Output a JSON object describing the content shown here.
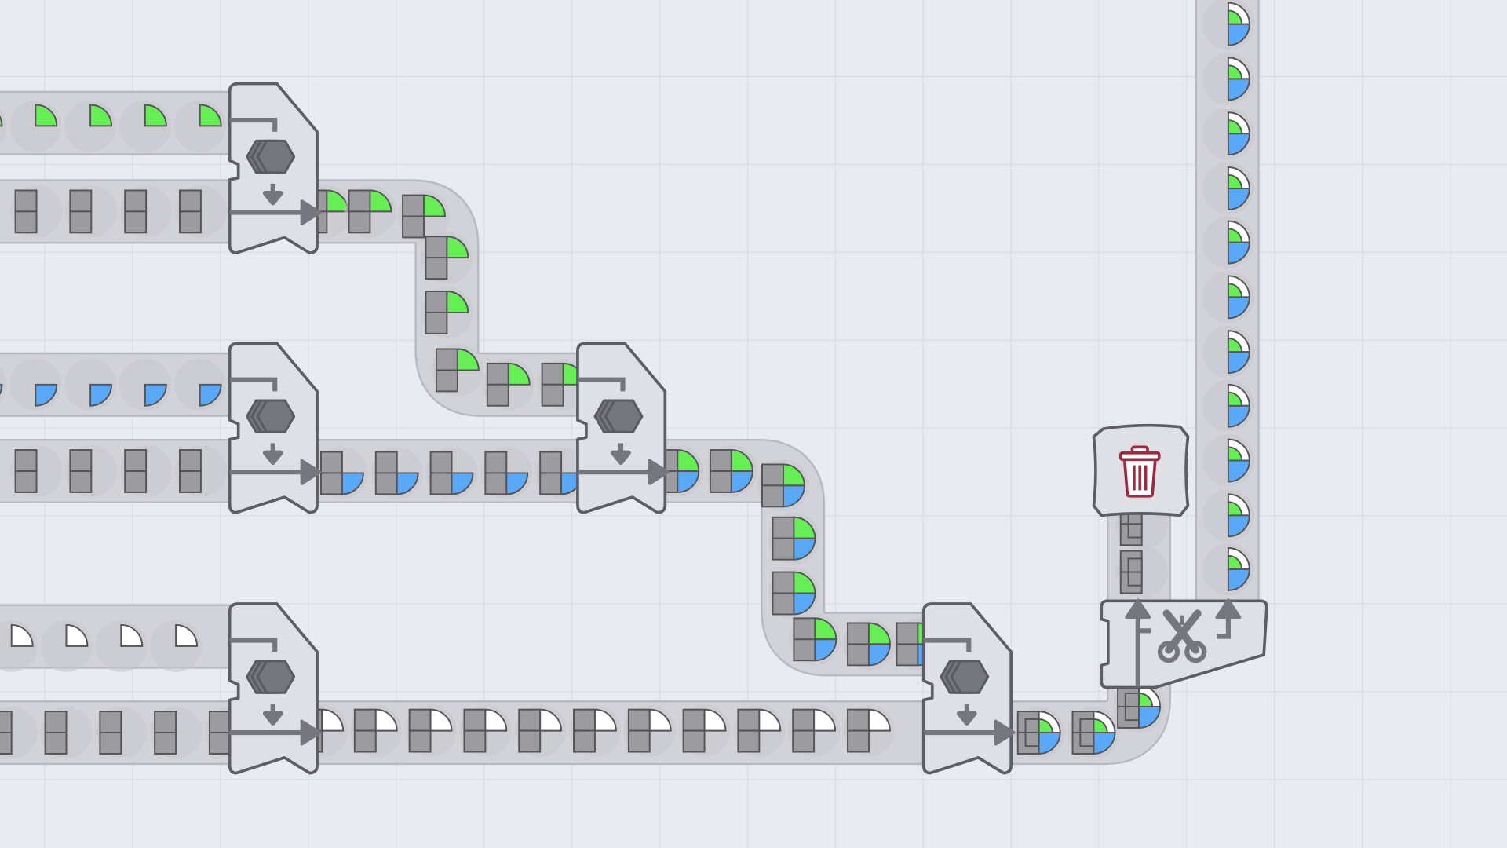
{
  "colors": {
    "background": "#e9eaf2",
    "grid": "#dfe0e8",
    "belt": "#d2d3d9",
    "belt_border": "#b9bac1",
    "belt_slot": "#c6c7cd",
    "building_fill": "#dfe0e6",
    "building_stroke": "#5d5d66",
    "icon": "#76767f",
    "shape_gray": "#9c9ca0",
    "shape_stroke": "#555559",
    "green": "#66ee55",
    "blue": "#5aa8f8",
    "white": "#ffffff",
    "trash_icon": "#9b2b40"
  },
  "item_types": {
    "green_quarter": [
      [
        "TR",
        "circle",
        "green",
        1
      ]
    ],
    "blue_quarter": [
      [
        "BR",
        "circle",
        "blue",
        1
      ]
    ],
    "white_quarter": [
      [
        "TR",
        "circle",
        "white",
        1
      ]
    ],
    "gray_half": [
      [
        "TL",
        "rect",
        "shape_gray",
        1
      ],
      [
        "BL",
        "rect",
        "shape_gray",
        1
      ]
    ],
    "gray_green": [
      [
        "TL",
        "rect",
        "shape_gray",
        1
      ],
      [
        "BL",
        "rect",
        "shape_gray",
        1
      ],
      [
        "TR",
        "circle",
        "green",
        1
      ]
    ],
    "gray_blue": [
      [
        "TL",
        "rect",
        "shape_gray",
        1
      ],
      [
        "BL",
        "rect",
        "shape_gray",
        1
      ],
      [
        "BR",
        "circle",
        "blue",
        1
      ]
    ],
    "gray_white": [
      [
        "TL",
        "rect",
        "shape_gray",
        1
      ],
      [
        "BL",
        "rect",
        "shape_gray",
        1
      ],
      [
        "TR",
        "circle",
        "white",
        1
      ]
    ],
    "gray_green_blue": [
      [
        "TL",
        "rect",
        "shape_gray",
        1
      ],
      [
        "BL",
        "rect",
        "shape_gray",
        1
      ],
      [
        "TR",
        "circle",
        "green",
        1
      ],
      [
        "BR",
        "circle",
        "blue",
        1
      ]
    ],
    "full_stack": [
      [
        "TL",
        "rect",
        "shape_gray",
        1
      ],
      [
        "BL",
        "rect",
        "shape_gray",
        1
      ],
      [
        "TR",
        "circle",
        "white",
        1
      ],
      [
        "BR",
        "circle",
        "blue",
        1
      ],
      [
        "TL",
        "rect",
        "shape_gray",
        2
      ],
      [
        "BL",
        "rect",
        "shape_gray",
        2
      ],
      [
        "TR",
        "circle",
        "green",
        2
      ]
    ],
    "left_half_stack": [
      [
        "TL",
        "rect",
        "shape_gray",
        1
      ],
      [
        "BL",
        "rect",
        "shape_gray",
        1
      ],
      [
        "TL",
        "rect",
        "shape_gray",
        2
      ],
      [
        "BL",
        "rect",
        "shape_gray",
        2
      ]
    ],
    "right_half_stack": [
      [
        "TR",
        "circle",
        "white",
        1
      ],
      [
        "BR",
        "circle",
        "blue",
        1
      ],
      [
        "TR",
        "circle",
        "green",
        2
      ]
    ]
  },
  "belts": [
    {
      "id": "green-input",
      "item": "green_quarter",
      "count": 5
    },
    {
      "id": "gray-input-1",
      "item": "gray_half",
      "count": 4
    },
    {
      "id": "stacker1-output",
      "item": "gray_green",
      "count": 8
    },
    {
      "id": "blue-input",
      "item": "blue_quarter",
      "count": 5
    },
    {
      "id": "gray-input-2",
      "item": "gray_half",
      "count": 4
    },
    {
      "id": "stacker2-output",
      "item": "gray_blue",
      "count": 5
    },
    {
      "id": "stacker3-output",
      "item": "gray_green_blue",
      "count": 8
    },
    {
      "id": "white-input",
      "item": "white_quarter",
      "count": 4
    },
    {
      "id": "gray-input-3",
      "item": "gray_half",
      "count": 5
    },
    {
      "id": "stacker4-output",
      "item": "gray_white",
      "count": 11
    },
    {
      "id": "stacker5-output",
      "item": "full_stack",
      "count": 3
    },
    {
      "id": "cutter-left-output",
      "item": "left_half_stack",
      "count": 2
    },
    {
      "id": "cutter-right-output",
      "item": "right_half_stack",
      "count": 11
    }
  ],
  "buildings": [
    {
      "type": "stacker",
      "id": "stacker-1"
    },
    {
      "type": "stacker",
      "id": "stacker-2"
    },
    {
      "type": "stacker",
      "id": "stacker-3"
    },
    {
      "type": "stacker",
      "id": "stacker-4"
    },
    {
      "type": "stacker",
      "id": "stacker-5"
    },
    {
      "type": "cutter",
      "id": "cutter"
    },
    {
      "type": "trash",
      "id": "trash"
    }
  ]
}
